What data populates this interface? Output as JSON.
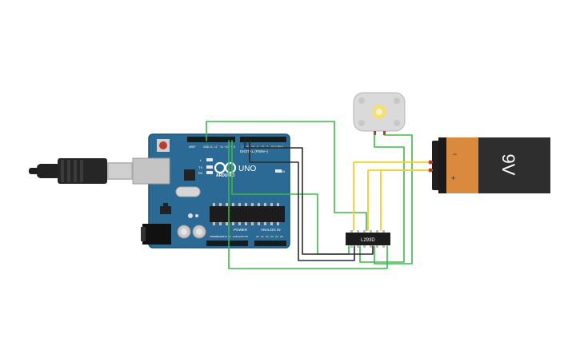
{
  "arduino": {
    "brand": "ARDUINO",
    "model": "UNO",
    "digital_header_label": "DIGITAL (PWM~)",
    "power_label": "POWER",
    "analog_label": "ANALOG IN",
    "led_labels": [
      "L",
      "TX",
      "RX"
    ],
    "on_label": "ON",
    "digital_pins": [
      "AREF",
      "GND",
      "13",
      "12",
      "~11",
      "~10",
      "~9",
      "8",
      "7",
      "~6",
      "~5",
      "4",
      "~3",
      "2",
      "TX 1",
      "RX 0"
    ],
    "power_pins": [
      "IOREF",
      "RESET",
      "3.3V",
      "5V",
      "GND",
      "GND",
      "VIN"
    ],
    "analog_pins": [
      "A0",
      "A1",
      "A2",
      "A3",
      "A4",
      "A5"
    ]
  },
  "driver_ic": {
    "label": "L293D"
  },
  "battery": {
    "voltage_label": "9V",
    "neg_symbol": "−",
    "pos_symbol": "+"
  },
  "colors": {
    "board": "#2a6a94",
    "board_dark": "#1f5276",
    "wire_green": "#3db84a",
    "wire_yellow": "#f2d12a",
    "wire_black": "#2b2b2b",
    "battery_body": "#2e2e2e",
    "battery_label": "#d98a3c"
  }
}
